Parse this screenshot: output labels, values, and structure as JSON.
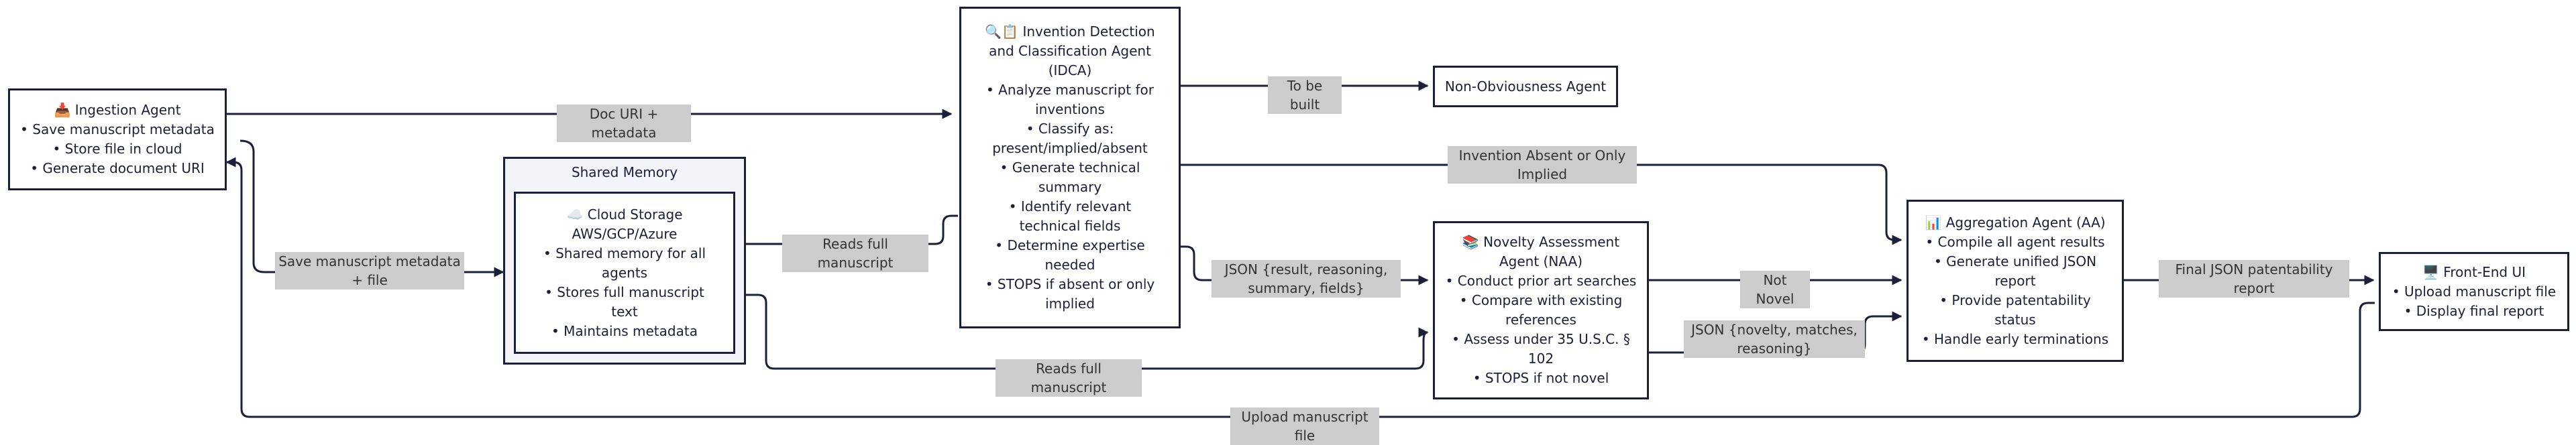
{
  "nodes": {
    "ingestion": {
      "title": "📥 Ingestion Agent",
      "lines": [
        "• Save manuscript metadata",
        "• Store file in cloud",
        "• Generate document URI"
      ]
    },
    "shared_memory": {
      "title": "Shared Memory",
      "cloud": {
        "title": "☁️ Cloud Storage",
        "lines": [
          "AWS/GCP/Azure",
          "• Shared memory for all",
          "agents",
          "• Stores full manuscript",
          "text",
          "• Maintains metadata"
        ]
      }
    },
    "idca": {
      "title_lines": [
        "🔍📋 Invention Detection",
        "and Classification Agent",
        "(IDCA)"
      ],
      "lines": [
        "• Analyze manuscript for",
        "inventions",
        "• Classify as:",
        "present/implied/absent",
        "• Generate technical",
        "summary",
        "• Identify relevant",
        "technical fields",
        "• Determine expertise",
        "needed",
        "• STOPS if absent or only",
        "implied"
      ]
    },
    "non_obviousness": {
      "title": "Non-Obviousness Agent"
    },
    "naa": {
      "title_lines": [
        "📚 Novelty Assessment",
        "Agent (NAA)"
      ],
      "lines": [
        "• Conduct prior art searches",
        "• Compare with existing",
        "references",
        "• Assess under 35 U.S.C. §",
        "102",
        "• STOPS if not novel"
      ]
    },
    "aa": {
      "title": "📊 Aggregation Agent (AA)",
      "lines": [
        "• Compile all agent results",
        "• Generate unified JSON",
        "report",
        "• Provide patentability",
        "status",
        "• Handle early terminations"
      ]
    },
    "frontend": {
      "title": "🖥️ Front-End UI",
      "lines": [
        "• Upload manuscript file",
        "• Display final report"
      ]
    }
  },
  "edges": {
    "doc_uri": [
      "Doc URI + metadata"
    ],
    "save_meta": [
      "Save manuscript metadata",
      "+ file"
    ],
    "reads_full_1": [
      "Reads full manuscript"
    ],
    "to_be_built": [
      "To be built"
    ],
    "invention_absent": [
      "Invention Absent or Only",
      "Implied"
    ],
    "json_result": [
      "JSON {result, reasoning,",
      "summary, fields}"
    ],
    "not_novel": [
      "Not Novel"
    ],
    "json_novelty": [
      "JSON {novelty, matches,",
      "reasoning}"
    ],
    "reads_full_2": [
      "Reads full manuscript"
    ],
    "final_json": [
      "Final JSON patentability",
      "report"
    ],
    "upload": [
      "Upload manuscript file"
    ]
  },
  "colors": {
    "stroke": "#1b1f3a",
    "label_bg": "#cccccc",
    "group_bg": "#f3f4fa"
  }
}
